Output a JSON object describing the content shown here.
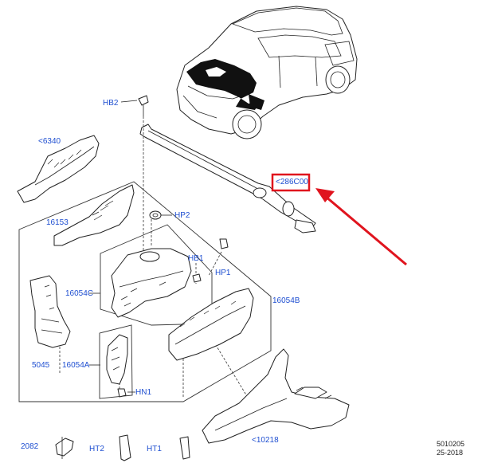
{
  "labels": {
    "hb2": "HB2",
    "c6340": "<6340",
    "c286c00": "<286C00",
    "hp2": "HP2",
    "c16153": "16153",
    "hb1": "HB1",
    "hp1": "HP1",
    "c16054c": "16054C",
    "c16054b": "16054B",
    "c5045": "5045",
    "c16054a": "16054A",
    "hn1": "HN1",
    "c10218": "<10218",
    "c2082": "2082",
    "ht2": "HT2",
    "ht1": "HT1"
  },
  "reference": {
    "line1": "5010205",
    "line2": "25-2018"
  },
  "colors": {
    "label_blue": "#1f4fd1",
    "highlight_red": "#e0141e",
    "engine_bay_black": "#111111"
  }
}
